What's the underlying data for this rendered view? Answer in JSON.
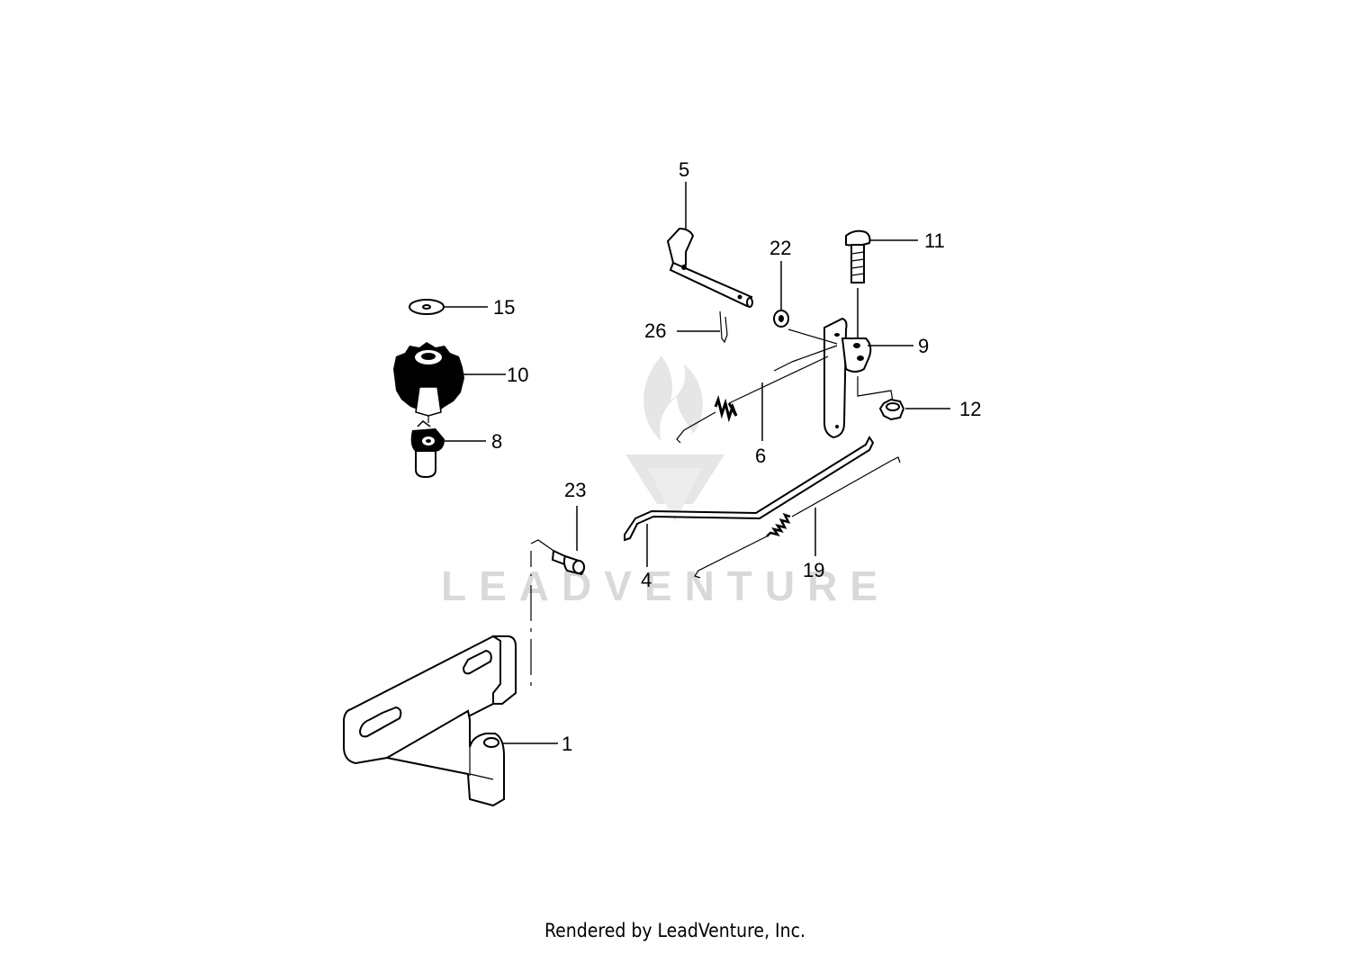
{
  "diagram": {
    "watermark": "LEADVENTURE",
    "callouts": {
      "c1": "1",
      "c4": "4",
      "c5": "5",
      "c6": "6",
      "c8": "8",
      "c9": "9",
      "c10": "10",
      "c11": "11",
      "c12": "12",
      "c15": "15",
      "c19": "19",
      "c22": "22",
      "c23": "23",
      "c26": "26"
    }
  },
  "footer": {
    "text": "Rendered by LeadVenture, Inc."
  }
}
